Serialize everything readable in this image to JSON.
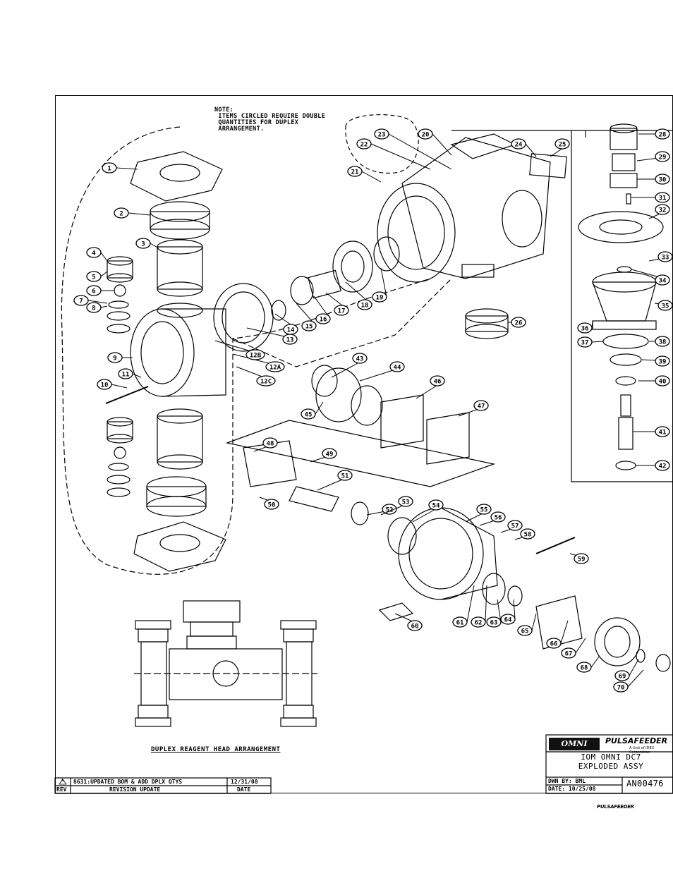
{
  "note": "NOTE:\n ITEMS CIRCLED REQUIRE DOUBLE\n QUANTITIES FOR DUPLEX\n ARRANGEMENT.",
  "duplex_label": "DUPLEX REAGENT HEAD ARRANGEMENT",
  "revision": {
    "symbol": "A",
    "description": "8631:UPDATED BOM & ADD DPLX QTYS",
    "date": "12/31/08",
    "header_rev": "REV",
    "header_desc": "REVISION UPDATE",
    "header_date": "DATE"
  },
  "title_block": {
    "brand_left": "OMNI",
    "brand_right": "PULSAFEEDER",
    "brand_sub": "A Unit of IDEX Corporation",
    "title_line1": "IOM OMNI DC7",
    "title_line2": "EXPLODED ASSY",
    "drawn_by": "DWN BY: BML",
    "date": "DATE: 10/25/08",
    "drawing_number": "AN00476"
  },
  "corner_logo": "PULSAFEEDER",
  "callouts": [
    "1",
    "2",
    "3",
    "4",
    "5",
    "6",
    "7",
    "8",
    "9",
    "10",
    "11",
    "12A",
    "12B",
    "12C",
    "13",
    "14",
    "15",
    "16",
    "17",
    "18",
    "19",
    "20",
    "21",
    "22",
    "23",
    "24",
    "25",
    "26",
    "28",
    "29",
    "30",
    "31",
    "32",
    "33",
    "34",
    "35",
    "36",
    "37",
    "38",
    "39",
    "40",
    "41",
    "42",
    "43",
    "44",
    "45",
    "46",
    "47",
    "48",
    "49",
    "50",
    "51",
    "52",
    "53",
    "54",
    "55",
    "56",
    "57",
    "58",
    "59",
    "60",
    "61",
    "62",
    "63",
    "64",
    "65",
    "66",
    "67",
    "68",
    "69",
    "70"
  ]
}
